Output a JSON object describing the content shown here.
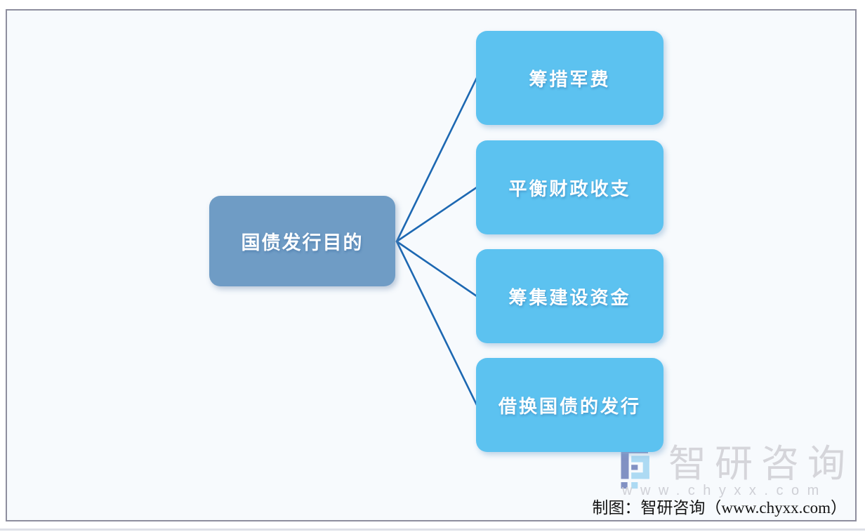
{
  "colors": {
    "root_fill": "#6f9cc5",
    "branch_fill": "#5cc2f0",
    "connector": "#1d68b2",
    "node_text": "#ffffff",
    "frame_bg": "#f7fafd",
    "frame_border": "#8e8e9e",
    "credit_text": "#141414",
    "watermark_gray": "#d5d5da",
    "logo_dark": "#7586bd",
    "logo_light": "#a5d7f3"
  },
  "diagram": {
    "type": "mindmap",
    "root": {
      "label": "国债发行目的"
    },
    "branches": [
      {
        "label": "筹措军费"
      },
      {
        "label": "平衡财政收支"
      },
      {
        "label": "筹集建设资金"
      },
      {
        "label": "借换国债的发行"
      }
    ]
  },
  "watermark": {
    "brand": "智研咨询",
    "site": "www.chyxx.com"
  },
  "footer": {
    "credit": "制图：智研咨询（www.chyxx.com）"
  }
}
